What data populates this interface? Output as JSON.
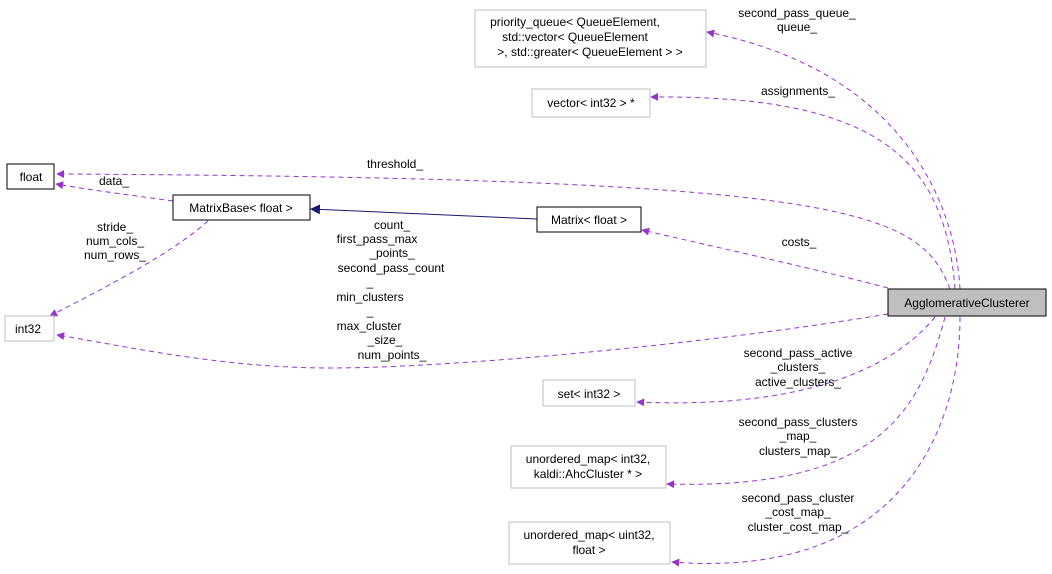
{
  "diagram": {
    "colors": {
      "dependency_edge": "#9a32cd",
      "inheritance_edge": "#191970",
      "node_border_grey": "#bfbfbf",
      "node_border_black": "#000000",
      "highlight_fill": "#bfbfbf"
    },
    "nodes": {
      "priority_queue": [
        "priority_queue< QueueElement,",
        "std::vector< QueueElement",
        ">, std::greater< QueueElement > >"
      ],
      "vector_int32": [
        "vector< int32 > *"
      ],
      "float": [
        "float"
      ],
      "matrix_base": [
        "MatrixBase< float >"
      ],
      "matrix": [
        "Matrix< float >"
      ],
      "int32": [
        "int32"
      ],
      "agglomerative": [
        "AgglomerativeClusterer"
      ],
      "set_int32": [
        "set< int32 >"
      ],
      "unordered_map_int32": [
        "unordered_map< int32,",
        "kaldi::AhcCluster * >"
      ],
      "unordered_map_uint32": [
        "unordered_map< uint32,",
        "float >"
      ]
    },
    "edge_labels": {
      "second_pass_queue": [
        "second_pass_queue_",
        "queue_"
      ],
      "assignments": [
        "assignments_"
      ],
      "threshold": [
        "threshold_"
      ],
      "data": [
        "data_"
      ],
      "stride": [
        "stride_",
        "num_cols_",
        "num_rows_"
      ],
      "costs": [
        "costs_"
      ],
      "int_members": [
        "count_",
        "first_pass_max",
        "_points_",
        "second_pass_count",
        "_",
        "min_clusters",
        "_",
        "max_cluster",
        "_size_",
        "num_points_"
      ],
      "active_clusters": [
        "second_pass_active",
        "_clusters_",
        "active_clusters_"
      ],
      "clusters_map": [
        "second_pass_clusters",
        "_map_",
        "clusters_map_"
      ],
      "cluster_cost_map": [
        "second_pass_cluster",
        "_cost_map_",
        "cluster_cost_map_"
      ]
    }
  }
}
